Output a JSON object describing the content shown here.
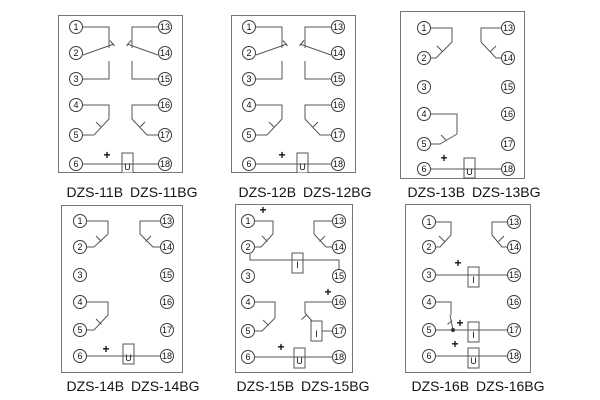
{
  "colors": {
    "wire": "#555555",
    "panel_border": "#777777",
    "text": "#141414"
  },
  "panels": [
    {
      "labels": {
        "b": "DZS-11B",
        "bg": "DZS-11BG"
      },
      "terminals_left": [
        "1",
        "2",
        "3",
        "4",
        "5",
        "6"
      ],
      "terminals_right": [
        "13",
        "14",
        "15",
        "16",
        "17",
        "18"
      ],
      "plus": "+",
      "u_label": "U"
    },
    {
      "labels": {
        "b": "DZS-12B",
        "bg": "DZS-12BG"
      },
      "terminals_left": [
        "1",
        "2",
        "3",
        "4",
        "5",
        "6"
      ],
      "terminals_right": [
        "13",
        "14",
        "15",
        "16",
        "17",
        "18"
      ],
      "plus": "+",
      "u_label": "U"
    },
    {
      "labels": {
        "b": "DZS-13B",
        "bg": "DZS-13BG"
      },
      "terminals_left": [
        "1",
        "2",
        "3",
        "4",
        "5",
        "6"
      ],
      "terminals_right": [
        "13",
        "14",
        "15",
        "16",
        "17",
        "18"
      ],
      "plus": "+",
      "u_label": "U"
    },
    {
      "labels": {
        "b": "DZS-14B",
        "bg": "DZS-14BG"
      },
      "terminals_left": [
        "1",
        "2",
        "3",
        "4",
        "5",
        "6"
      ],
      "terminals_right": [
        "13",
        "14",
        "15",
        "16",
        "17",
        "18"
      ],
      "plus": "+",
      "u_label": "U"
    },
    {
      "labels": {
        "b": "DZS-15B",
        "bg": "DZS-15BG"
      },
      "terminals_left": [
        "1",
        "2",
        "3",
        "4",
        "5",
        "6"
      ],
      "terminals_right": [
        "13",
        "14",
        "15",
        "16",
        "17",
        "18"
      ],
      "plus": "+",
      "u_label": "U",
      "i_label": "I"
    },
    {
      "labels": {
        "b": "DZS-16B",
        "bg": "DZS-16BG"
      },
      "terminals_left": [
        "1",
        "2",
        "3",
        "4",
        "5",
        "6"
      ],
      "terminals_right": [
        "13",
        "14",
        "15",
        "16",
        "17",
        "18"
      ],
      "plus": "+",
      "u_label": "U",
      "i_label": "I"
    }
  ]
}
